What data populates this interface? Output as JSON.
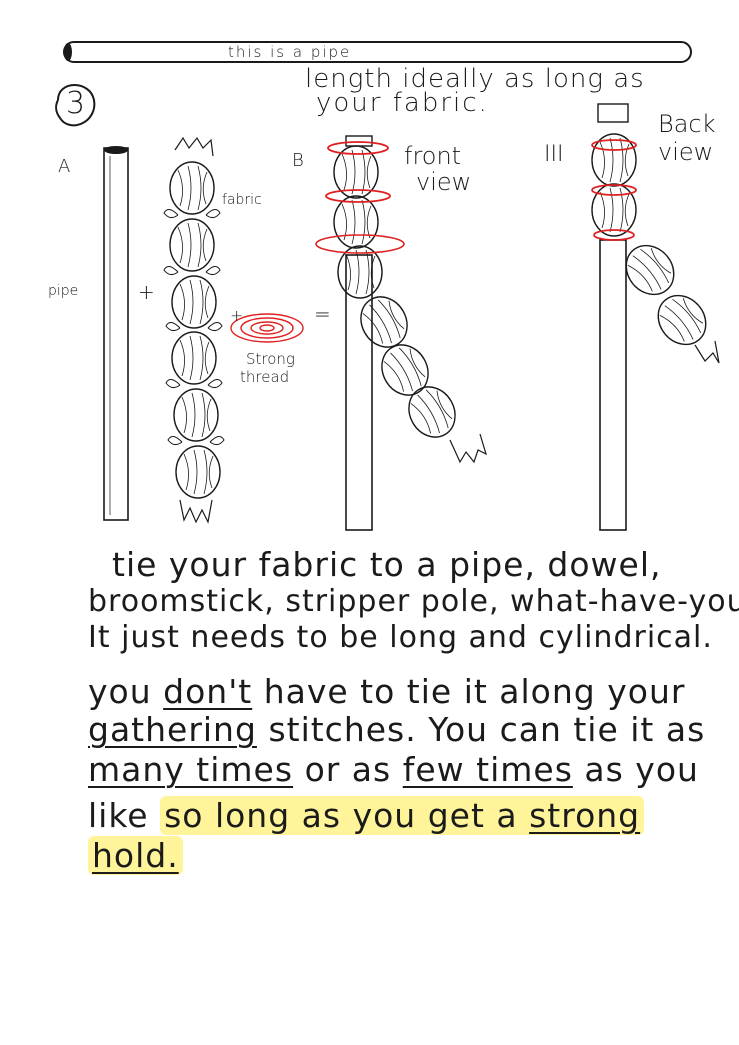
{
  "header": {
    "pipe_label": "this is a pipe",
    "length_note_line1": "length ideally as long as",
    "length_note_line2": "your fabric."
  },
  "step": {
    "number": "3"
  },
  "panel_a": {
    "letter": "A",
    "pipe_label": "pipe",
    "plus": "+",
    "fabric_label": "fabric",
    "plus2": "+",
    "thread_label_line1": "Strong",
    "thread_label_line2": "thread",
    "equals": "="
  },
  "panel_b": {
    "letter": "B",
    "view_line1": "front",
    "view_line2": "view"
  },
  "panel_c": {
    "letter": "III",
    "view_line1": "Back",
    "view_line2": "view"
  },
  "instructions": {
    "line1": "tie your fabric to a pipe, dowel,",
    "line2": "broomstick, stripper pole, what-have-you.",
    "line3": "It just needs to be long and cylindrical.",
    "p2_line1_a": "you",
    "p2_line1_b": "don't",
    "p2_line1_c": "have to tie it along your",
    "p2_line2_a": "gathering",
    "p2_line2_b": "stitches. You can tie it as",
    "p2_line3_a": "many times",
    "p2_line3_b": "or as",
    "p2_line3_c": "few times",
    "p2_line3_d": "as you",
    "p2_line4_a": "like",
    "p2_line4_b": "so long as you get a",
    "p2_line4_c": "strong",
    "p2_line5": "hold."
  },
  "colors": {
    "ink": "#1a1a1a",
    "thread": "#e02020",
    "highlight": "#fff49a"
  }
}
